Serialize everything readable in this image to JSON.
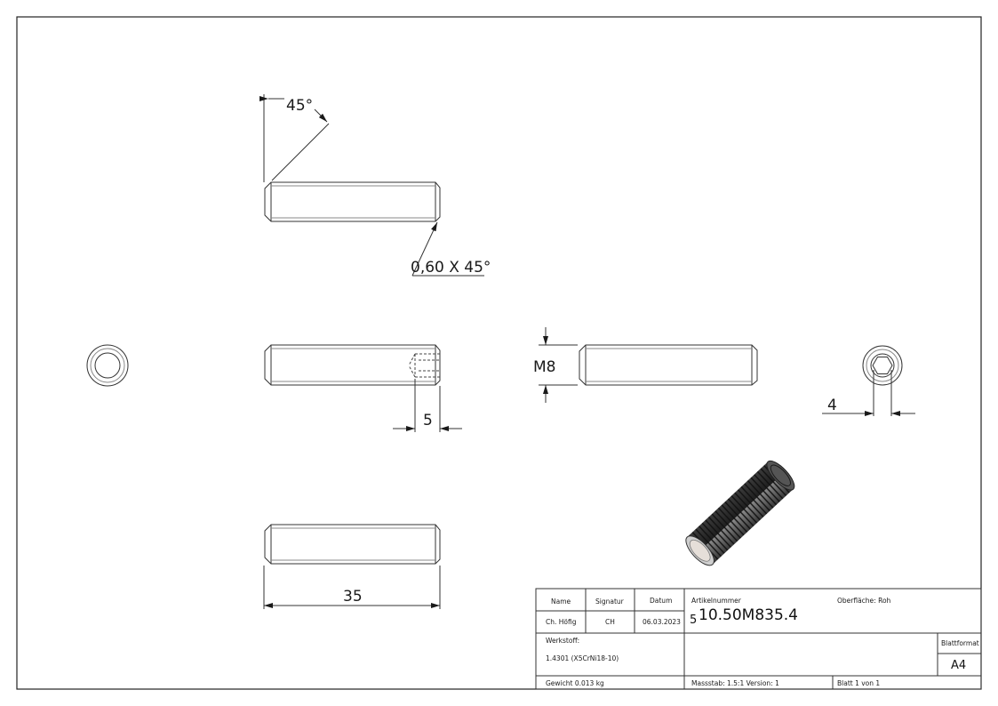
{
  "dimensions": {
    "chamfer_angle": "45°",
    "chamfer_spec": "0,60 X 45°",
    "socket_depth": "5",
    "thread": "M8",
    "hex_size": "4",
    "length": "35"
  },
  "title_block": {
    "name_header": "Name",
    "signatur_header": "Signatur",
    "datum_header": "Datum",
    "name": "Ch. Höfig",
    "signatur": "CH",
    "datum": "06.03.2023",
    "artikelnummer_label": "Artikelnummer",
    "artikelnummer_prefix": "5",
    "artikelnummer": "10.50M835.4",
    "oberflaeche": "Oberfläche:  Roh",
    "werkstoff_label": "Werkstoff:",
    "werkstoff": "1.4301 (X5CrNi18-10)",
    "blattformat_label": "Blattformat",
    "blattformat": "A4",
    "gewicht": "Gewicht 0.013 kg",
    "massstab": "Massstab: 1.5:1     Version: 1",
    "blatt": "Blatt 1 von 1"
  }
}
